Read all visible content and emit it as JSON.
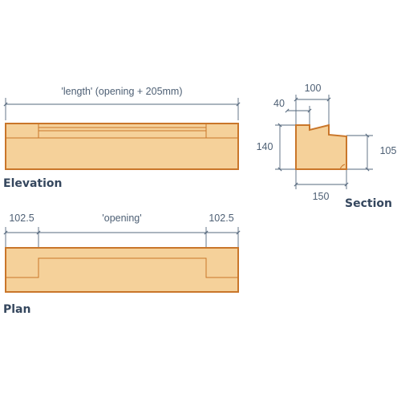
{
  "elevation": {
    "title": "Elevation",
    "length_label": "'length' (opening + 205mm)"
  },
  "plan": {
    "title": "Plan",
    "left_label": "102.5",
    "opening_label": "'opening'",
    "right_label": "102.5"
  },
  "section": {
    "title": "Section",
    "width_top_label": "100",
    "rebate_label": "40",
    "height_left_label": "140",
    "height_right_label": "105",
    "width_bottom_label": "150"
  },
  "colors": {
    "fill": "#f5d19a",
    "outline": "#c9762a",
    "dimension": "#55687d",
    "text": "#4d5f74"
  }
}
